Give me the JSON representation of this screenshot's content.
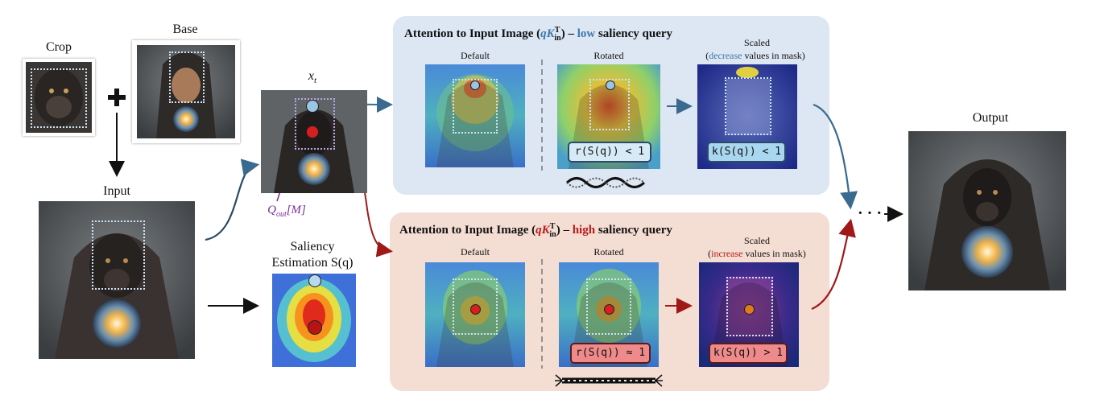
{
  "labels": {
    "crop": "Crop",
    "base": "Base",
    "input": "Input",
    "xt": "x",
    "xt_sub": "t",
    "q_out": "Q",
    "q_out_sub": "out",
    "q_out_mask": "[M]",
    "saliency_1": "Saliency",
    "saliency_2": "Estimation S(q)",
    "output": "Output",
    "ellipsis": "· · ·"
  },
  "top_panel": {
    "title_prefix": "Attention to Input Image (",
    "title_q": "qK",
    "title_sup": "T",
    "title_sub": "in",
    "title_mid": ") – ",
    "title_level": "low",
    "title_suffix": " saliency query",
    "default": "Default",
    "rotated": "Rotated",
    "scaled": "Scaled",
    "scaled_note_open": "(",
    "scaled_note_word": "decrease",
    "scaled_note_rest": " values in mask)",
    "rot_formula": "r(S(q)) < 1",
    "scale_formula": "k(S(q)) < 1"
  },
  "bottom_panel": {
    "title_prefix": "Attention to Input Image (",
    "title_q": "qK",
    "title_sup": "T",
    "title_sub": "in",
    "title_mid": ") – ",
    "title_level": "high",
    "title_suffix": " saliency query",
    "default": "Default",
    "rotated": "Rotated",
    "scaled": "Scaled",
    "scaled_note_open": "(",
    "scaled_note_word": "increase",
    "scaled_note_rest": " values in mask)",
    "rot_formula": "r(S(q)) ≈ 1",
    "scale_formula": "k(S(q)) > 1"
  },
  "colors": {
    "low_accent": "#3d78a8",
    "high_accent": "#b81c1c",
    "top_panel_bg": "#dce7f3",
    "bottom_panel_bg": "#f4ddd2",
    "arrow_blue": "#3a6a8f",
    "arrow_red": "#a01818",
    "query_purple": "#7b2a9c"
  }
}
